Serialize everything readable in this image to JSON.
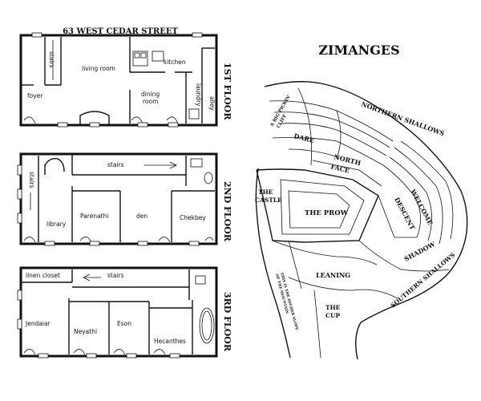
{
  "plan": {
    "street": "63 WEST CEDAR STREET",
    "floor1": {
      "label": "1ST FLOOR",
      "rooms": {
        "stairs": "stairs",
        "living": "living room",
        "kitchen": "kitchen",
        "foyer": "foyer",
        "dining1": "dining",
        "dining2": "room",
        "laundry": "laundry",
        "alley": "alley"
      }
    },
    "floor2": {
      "label": "2ND FLOOR",
      "rooms": {
        "stairs_top": "stairs",
        "stairs_side": "stairs",
        "library": "library",
        "parenathi": "Parenathi",
        "den": "den",
        "chekbey": "Chekbey"
      }
    },
    "floor3": {
      "label": "3RD FLOOR",
      "rooms": {
        "linen": "linen closet",
        "stairs": "stairs",
        "jendaiar": "Jendaiar",
        "neyathi": "Neyathi",
        "eson": "Eson",
        "hecanthes": "Hecanthes"
      }
    }
  },
  "map": {
    "title": "ZIMANGES",
    "regions": {
      "big_pickin_1": "A BIG PICKIN'",
      "big_pickin_2": "CLIFF",
      "northern_shallows": "NORTHERN SHALLOWS",
      "dare": "DARE",
      "north1": "NORTH",
      "north2": "FACE",
      "castle1": "THE",
      "castle2": "CASTLE",
      "prow": "THE PROW",
      "welcome": "WELCOME",
      "descent": "DESCENT",
      "shadow": "SHADOW",
      "southern_shallows": "SOUTHERN SHALLOWS",
      "leaning": "LEANING",
      "cup1": "THE",
      "cup2": "CUP",
      "slope_note1": "THIS IS THE HIGHER SLOPE",
      "slope_note2": "OF THE MOUNTAIN"
    }
  }
}
